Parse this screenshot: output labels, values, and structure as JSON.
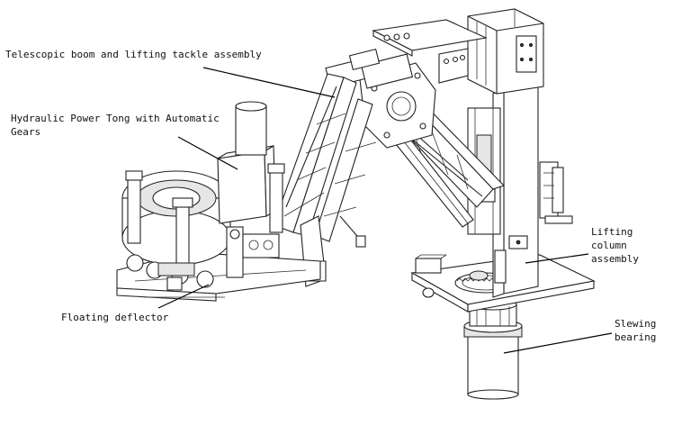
{
  "labels": {
    "boom": "Telescopic boom and lifting tackle assembly",
    "tong_line1": "Hydraulic Power Tong with Automatic",
    "tong_line2": "Gears",
    "deflector": "Floating deflector",
    "lifting_line1": "Lifting",
    "lifting_line2": "column",
    "lifting_line3": "assembly",
    "slewing_line1": "Slewing",
    "slewing_line2": "bearing"
  },
  "colors": {
    "line": "#222222",
    "background": "#ffffff"
  }
}
